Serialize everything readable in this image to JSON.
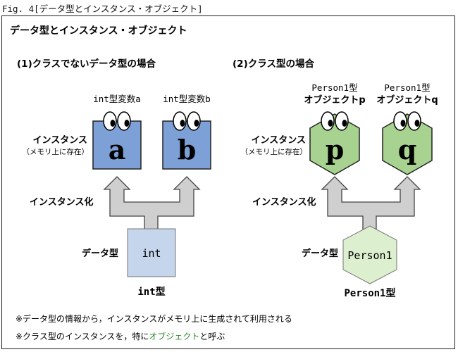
{
  "caption": "Fig. 4[データ型とインスタンス・オブジェクト]",
  "heading": "データ型とインスタンス・オブジェクト",
  "left_section": {
    "title": "(1)クラスでないデータ型の場合",
    "var_a_label": "int型変数a",
    "var_b_label": "int型変数b",
    "letter_a": "a",
    "letter_b": "b",
    "instance_label": "インスタンス",
    "instance_sublabel": "（メモリ上に存在）",
    "instantiate_label": "インスタンス化",
    "datatype_label": "データ型",
    "type_box_text": "int",
    "type_caption": "int型"
  },
  "right_section": {
    "title": "(2)クラス型の場合",
    "obj_p_line1": "Person1型",
    "obj_p_line2": "オブジェクトp",
    "obj_q_line1": "Person1型",
    "obj_q_line2": "オブジェクトq",
    "letter_p": "p",
    "letter_q": "q",
    "instance_label": "インスタンス",
    "instance_sublabel": "（メモリ上に存在）",
    "instantiate_label": "インスタンス化",
    "datatype_label": "データ型",
    "type_box_text": "Person1",
    "type_caption": "Person1型"
  },
  "notes": {
    "note1": "※データ型の情報から，インスタンスがメモリ上に生成されて利用される",
    "note2_prefix": "※クラス型のインスタンスを，特に",
    "note2_highlight": "オブジェクト",
    "note2_suffix": "と呼ぶ"
  },
  "colors": {
    "blue_fill": "#7da0d6",
    "blue_light": "#c5d5ec",
    "green_fill": "#a8d28f",
    "green_light": "#dcefcf",
    "arrow_fill": "#cfcfcf",
    "highlight_text": "#2e8b2e"
  }
}
